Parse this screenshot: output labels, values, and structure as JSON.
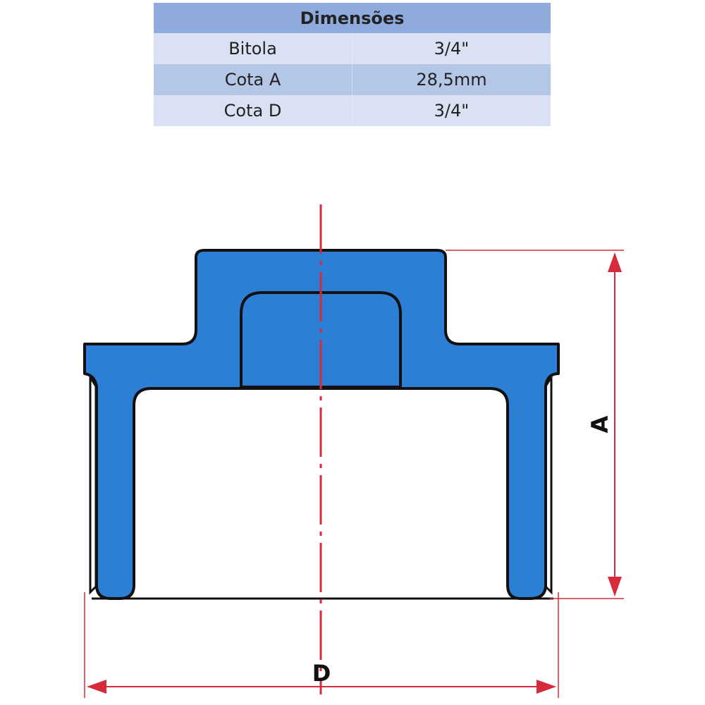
{
  "table": {
    "title": "Dimensões",
    "rows": [
      {
        "label": "Bitola",
        "value": "3/4\""
      },
      {
        "label": "Cota A",
        "value": "28,5mm"
      },
      {
        "label": "Cota D",
        "value": "3/4\""
      }
    ]
  },
  "drawing": {
    "dimension_a_label": "A",
    "dimension_d_label": "D",
    "colors": {
      "part_fill": "#2d7fd6",
      "part_outline": "#111111",
      "dimension_line": "#d52b3a",
      "centerline": "#d52b3a"
    }
  }
}
